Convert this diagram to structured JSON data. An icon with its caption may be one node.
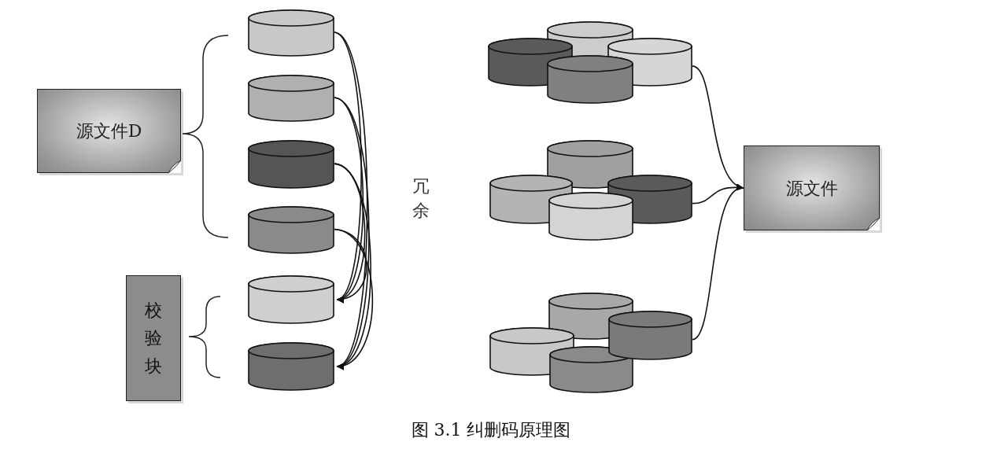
{
  "diagram": {
    "caption": "图 3.1 纠删码原理图",
    "nodes": [
      {
        "text": [
          "源文件D"
        ]
      },
      {
        "text": [
          "校验块"
        ]
      },
      {
        "text": [],
        "shape": "cylinder"
      },
      {
        "text": [],
        "shape": "cylinder"
      },
      {
        "text": [],
        "shape": "cylinder"
      },
      {
        "text": [],
        "shape": "cylinder"
      },
      {
        "text": [],
        "shape": "cylinder"
      },
      {
        "text": [],
        "shape": "cylinder"
      },
      {
        "text": [],
        "shape": "cylinder"
      },
      {
        "text": [],
        "shape": "cylinder"
      },
      {
        "text": [],
        "shape": "cylinder"
      },
      {
        "text": [],
        "shape": "cylinder"
      },
      {
        "text": [],
        "shape": "cylinder"
      },
      {
        "text": [],
        "shape": "cylinder"
      },
      {
        "text": [],
        "shape": "cylinder"
      },
      {
        "text": [],
        "shape": "cylinder"
      },
      {
        "text": [],
        "shape": "cylinder"
      },
      {
        "text": [],
        "shape": "cylinder"
      },
      {
        "text": [],
        "shape": "cylinder"
      },
      {
        "text": [],
        "shape": "cylinder"
      },
      {
        "text": [
          "源文件"
        ]
      }
    ],
    "edges": [
      {
        "from": 2,
        "to": 6,
        "arrow": "to"
      },
      {
        "from": 2,
        "to": 7,
        "arrow": "to"
      },
      {
        "from": 3,
        "to": 6,
        "arrow": "to"
      },
      {
        "from": 3,
        "to": 7,
        "arrow": "to"
      },
      {
        "from": 4,
        "to": 6,
        "arrow": "to"
      },
      {
        "from": 4,
        "to": 7,
        "arrow": "to"
      },
      {
        "from": 5,
        "to": 6,
        "arrow": "to"
      },
      {
        "from": 5,
        "to": 7,
        "arrow": "to"
      },
      {
        "from": 10,
        "to": 20,
        "arrow": "to"
      },
      {
        "from": 14,
        "to": 20,
        "arrow": "to"
      },
      {
        "from": 17,
        "to": 20,
        "arrow": "to"
      }
    ],
    "labels": [
      "冗余"
    ]
  }
}
